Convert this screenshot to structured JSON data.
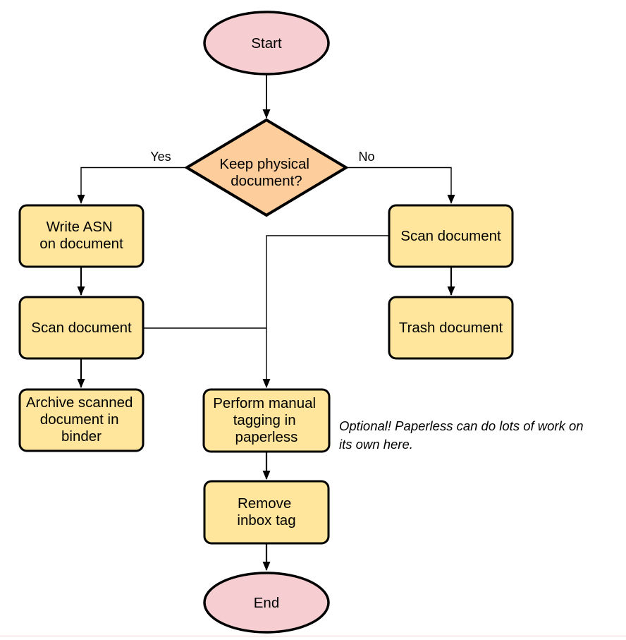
{
  "colors": {
    "background": "#ffffff",
    "terminal_fill": "#f6ced2",
    "decision_fill": "#fecd9c",
    "process_fill": "#ffe69c",
    "stroke": "#000000",
    "bottom_divider": "#f2e4e5"
  },
  "nodes": {
    "start": {
      "label": "Start"
    },
    "keep_physical": {
      "lines": [
        "Keep physical",
        "document?"
      ]
    },
    "write_asn": {
      "lines": [
        "Write ASN",
        "on document"
      ]
    },
    "scan_document_left": {
      "label": "Scan document"
    },
    "archive_binder": {
      "lines": [
        "Archive scanned",
        "document in",
        "binder"
      ]
    },
    "scan_document_right": {
      "label": "Scan document"
    },
    "trash_document": {
      "label": "Trash document"
    },
    "manual_tagging": {
      "lines": [
        "Perform manual",
        "tagging in",
        "paperless"
      ]
    },
    "remove_inbox_tag": {
      "lines": [
        "Remove",
        "inbox tag"
      ]
    },
    "end": {
      "label": "End"
    }
  },
  "edge_labels": {
    "yes": "Yes",
    "no": "No"
  },
  "note": {
    "lines": [
      "Optional! Paperless can do lots of work on",
      "its own here."
    ]
  }
}
